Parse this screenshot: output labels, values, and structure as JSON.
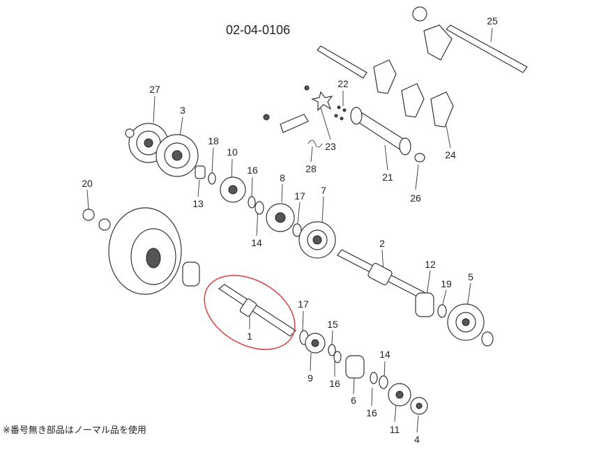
{
  "diagram": {
    "code": "02-04-0106",
    "footnote": "※番号無き部品はノーマル品を使用",
    "highlight_color": "#d94a4a",
    "callouts": [
      {
        "id": "1",
        "label": "1"
      },
      {
        "id": "2",
        "label": "2"
      },
      {
        "id": "3",
        "label": "3"
      },
      {
        "id": "4",
        "label": "4"
      },
      {
        "id": "5",
        "label": "5"
      },
      {
        "id": "6",
        "label": "6"
      },
      {
        "id": "7",
        "label": "7"
      },
      {
        "id": "8",
        "label": "8"
      },
      {
        "id": "9",
        "label": "9"
      },
      {
        "id": "10",
        "label": "10"
      },
      {
        "id": "11",
        "label": "11"
      },
      {
        "id": "12",
        "label": "12"
      },
      {
        "id": "13",
        "label": "13"
      },
      {
        "id": "14a",
        "label": "14"
      },
      {
        "id": "14b",
        "label": "14"
      },
      {
        "id": "15",
        "label": "15"
      },
      {
        "id": "16a",
        "label": "16"
      },
      {
        "id": "16b",
        "label": "16"
      },
      {
        "id": "16c",
        "label": "16"
      },
      {
        "id": "17a",
        "label": "17"
      },
      {
        "id": "17b",
        "label": "17"
      },
      {
        "id": "18",
        "label": "18"
      },
      {
        "id": "19",
        "label": "19"
      },
      {
        "id": "20",
        "label": "20"
      },
      {
        "id": "21",
        "label": "21"
      },
      {
        "id": "22",
        "label": "22"
      },
      {
        "id": "23",
        "label": "23"
      },
      {
        "id": "24",
        "label": "24"
      },
      {
        "id": "25",
        "label": "25"
      },
      {
        "id": "26",
        "label": "26"
      },
      {
        "id": "27",
        "label": "27"
      },
      {
        "id": "28",
        "label": "28"
      }
    ]
  }
}
